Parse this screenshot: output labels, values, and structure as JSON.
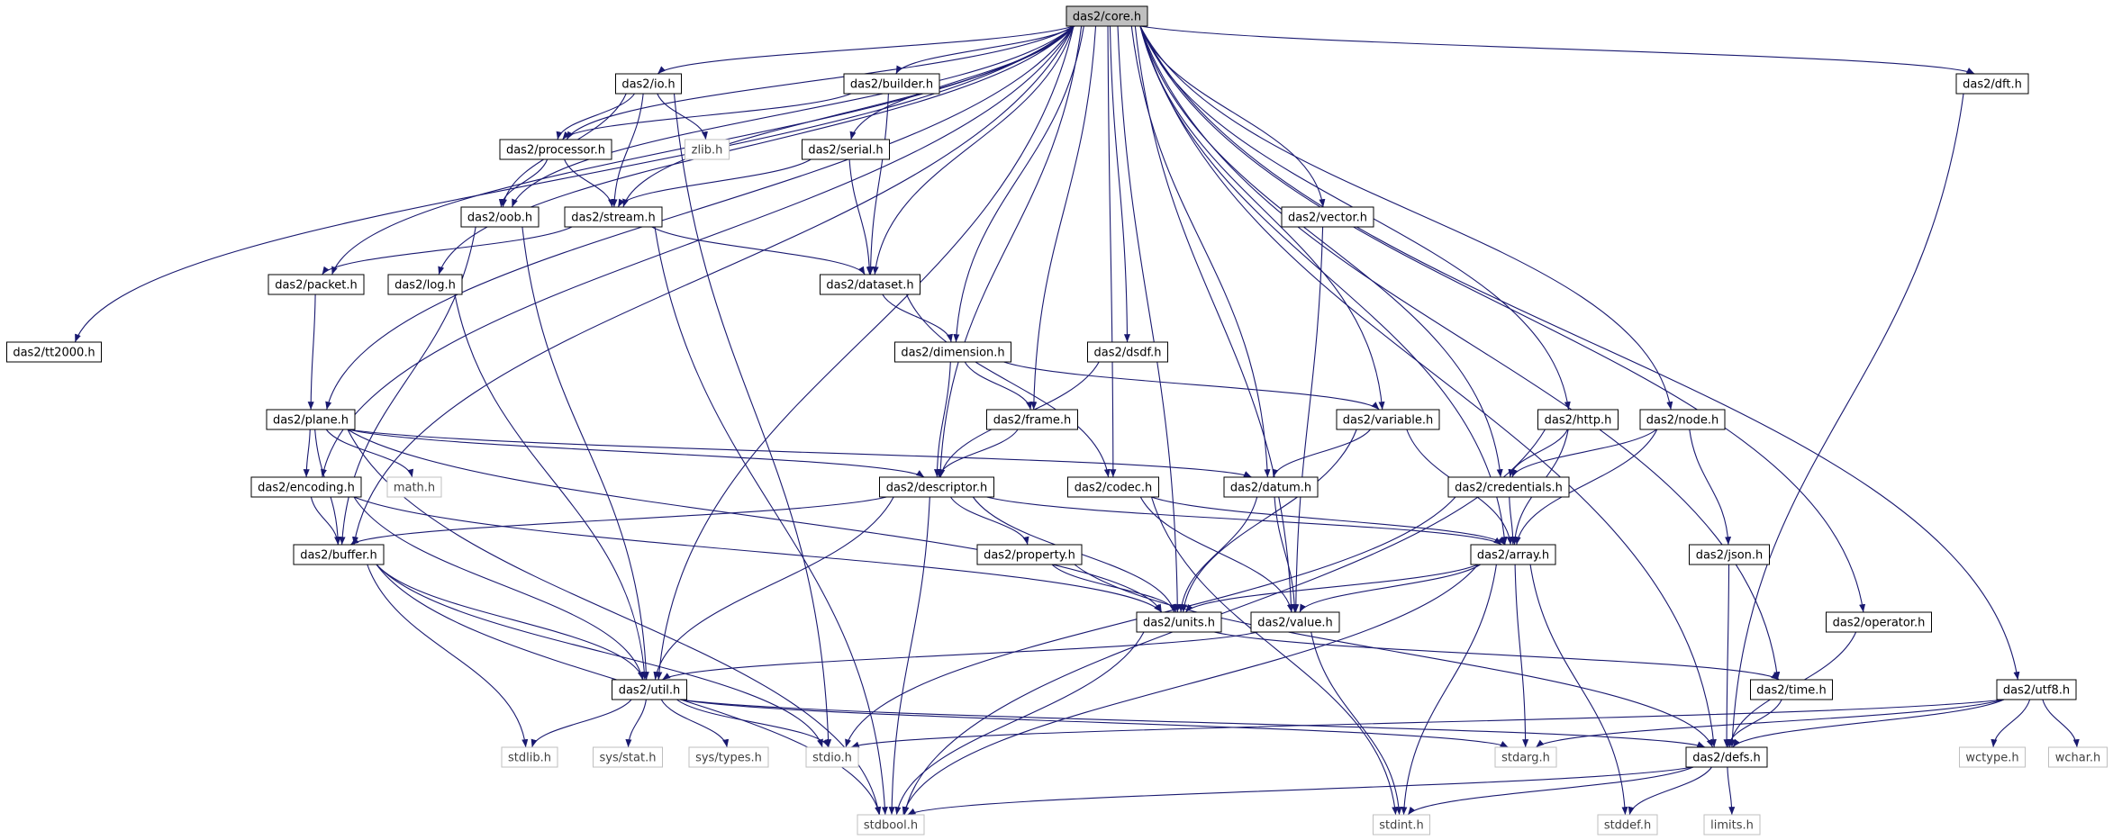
{
  "diagram": {
    "nodes": [
      {
        "id": "core",
        "label": "das2/core.h",
        "kind": "root"
      },
      {
        "id": "io",
        "label": "das2/io.h",
        "kind": "project"
      },
      {
        "id": "builder",
        "label": "das2/builder.h",
        "kind": "project"
      },
      {
        "id": "dft",
        "label": "das2/dft.h",
        "kind": "project"
      },
      {
        "id": "zlib",
        "label": "zlib.h",
        "kind": "system"
      },
      {
        "id": "processor",
        "label": "das2/processor.h",
        "kind": "project"
      },
      {
        "id": "serial",
        "label": "das2/serial.h",
        "kind": "project"
      },
      {
        "id": "oob",
        "label": "das2/oob.h",
        "kind": "project"
      },
      {
        "id": "stream",
        "label": "das2/stream.h",
        "kind": "project"
      },
      {
        "id": "vector",
        "label": "das2/vector.h",
        "kind": "project"
      },
      {
        "id": "packet",
        "label": "das2/packet.h",
        "kind": "project"
      },
      {
        "id": "log",
        "label": "das2/log.h",
        "kind": "project"
      },
      {
        "id": "dataset",
        "label": "das2/dataset.h",
        "kind": "project"
      },
      {
        "id": "tt2000",
        "label": "das2/tt2000.h",
        "kind": "project"
      },
      {
        "id": "dimension",
        "label": "das2/dimension.h",
        "kind": "project"
      },
      {
        "id": "dsdf",
        "label": "das2/dsdf.h",
        "kind": "project"
      },
      {
        "id": "plane",
        "label": "das2/plane.h",
        "kind": "project"
      },
      {
        "id": "frame",
        "label": "das2/frame.h",
        "kind": "project"
      },
      {
        "id": "variable",
        "label": "das2/variable.h",
        "kind": "project"
      },
      {
        "id": "http",
        "label": "das2/http.h",
        "kind": "project"
      },
      {
        "id": "node",
        "label": "das2/node.h",
        "kind": "project"
      },
      {
        "id": "encoding",
        "label": "das2/encoding.h",
        "kind": "project"
      },
      {
        "id": "math",
        "label": "math.h",
        "kind": "system"
      },
      {
        "id": "descriptor",
        "label": "das2/descriptor.h",
        "kind": "project"
      },
      {
        "id": "codec",
        "label": "das2/codec.h",
        "kind": "project"
      },
      {
        "id": "datum",
        "label": "das2/datum.h",
        "kind": "project"
      },
      {
        "id": "credentials",
        "label": "das2/credentials.h",
        "kind": "project"
      },
      {
        "id": "buffer",
        "label": "das2/buffer.h",
        "kind": "project"
      },
      {
        "id": "property",
        "label": "das2/property.h",
        "kind": "project"
      },
      {
        "id": "array",
        "label": "das2/array.h",
        "kind": "project"
      },
      {
        "id": "json",
        "label": "das2/json.h",
        "kind": "project"
      },
      {
        "id": "units",
        "label": "das2/units.h",
        "kind": "project"
      },
      {
        "id": "value",
        "label": "das2/value.h",
        "kind": "project"
      },
      {
        "id": "operator",
        "label": "das2/operator.h",
        "kind": "project"
      },
      {
        "id": "util",
        "label": "das2/util.h",
        "kind": "project"
      },
      {
        "id": "time",
        "label": "das2/time.h",
        "kind": "project"
      },
      {
        "id": "utf8",
        "label": "das2/utf8.h",
        "kind": "project"
      },
      {
        "id": "stdlib",
        "label": "stdlib.h",
        "kind": "system"
      },
      {
        "id": "sysstat",
        "label": "sys/stat.h",
        "kind": "system"
      },
      {
        "id": "systypes",
        "label": "sys/types.h",
        "kind": "system"
      },
      {
        "id": "stdio",
        "label": "stdio.h",
        "kind": "system"
      },
      {
        "id": "stdarg",
        "label": "stdarg.h",
        "kind": "system"
      },
      {
        "id": "defs",
        "label": "das2/defs.h",
        "kind": "project"
      },
      {
        "id": "wctype",
        "label": "wctype.h",
        "kind": "system"
      },
      {
        "id": "wchar",
        "label": "wchar.h",
        "kind": "system"
      },
      {
        "id": "stdbool",
        "label": "stdbool.h",
        "kind": "system"
      },
      {
        "id": "stdint",
        "label": "stdint.h",
        "kind": "system"
      },
      {
        "id": "stddef",
        "label": "stddef.h",
        "kind": "system"
      },
      {
        "id": "limits",
        "label": "limits.h",
        "kind": "system"
      }
    ],
    "edges": [
      [
        "core",
        "io"
      ],
      [
        "core",
        "builder"
      ],
      [
        "core",
        "dft"
      ],
      [
        "core",
        "processor"
      ],
      [
        "core",
        "serial"
      ],
      [
        "core",
        "oob"
      ],
      [
        "core",
        "stream"
      ],
      [
        "core",
        "vector"
      ],
      [
        "core",
        "packet"
      ],
      [
        "core",
        "log"
      ],
      [
        "core",
        "dataset"
      ],
      [
        "core",
        "tt2000"
      ],
      [
        "core",
        "dimension"
      ],
      [
        "core",
        "dsdf"
      ],
      [
        "core",
        "plane"
      ],
      [
        "core",
        "frame"
      ],
      [
        "core",
        "variable"
      ],
      [
        "core",
        "http"
      ],
      [
        "core",
        "node"
      ],
      [
        "core",
        "encoding"
      ],
      [
        "core",
        "descriptor"
      ],
      [
        "core",
        "codec"
      ],
      [
        "core",
        "datum"
      ],
      [
        "core",
        "credentials"
      ],
      [
        "core",
        "buffer"
      ],
      [
        "core",
        "array"
      ],
      [
        "core",
        "units"
      ],
      [
        "core",
        "value"
      ],
      [
        "core",
        "operator"
      ],
      [
        "core",
        "util"
      ],
      [
        "core",
        "time"
      ],
      [
        "core",
        "utf8"
      ],
      [
        "core",
        "defs"
      ],
      [
        "io",
        "processor"
      ],
      [
        "io",
        "stream"
      ],
      [
        "io",
        "oob"
      ],
      [
        "io",
        "zlib"
      ],
      [
        "io",
        "stdio"
      ],
      [
        "builder",
        "processor"
      ],
      [
        "builder",
        "dataset"
      ],
      [
        "processor",
        "oob"
      ],
      [
        "processor",
        "stream"
      ],
      [
        "serial",
        "stream"
      ],
      [
        "serial",
        "dataset"
      ],
      [
        "oob",
        "buffer"
      ],
      [
        "oob",
        "util"
      ],
      [
        "stream",
        "packet"
      ],
      [
        "stream",
        "dataset"
      ],
      [
        "stream",
        "stdbool"
      ],
      [
        "packet",
        "plane"
      ],
      [
        "log",
        "util"
      ],
      [
        "dataset",
        "dimension"
      ],
      [
        "dataset",
        "codec"
      ],
      [
        "dimension",
        "frame"
      ],
      [
        "dimension",
        "variable"
      ],
      [
        "dimension",
        "descriptor"
      ],
      [
        "dsdf",
        "descriptor"
      ],
      [
        "frame",
        "descriptor"
      ],
      [
        "vector",
        "value"
      ],
      [
        "plane",
        "encoding"
      ],
      [
        "plane",
        "buffer"
      ],
      [
        "plane",
        "math"
      ],
      [
        "plane",
        "descriptor"
      ],
      [
        "plane",
        "datum"
      ],
      [
        "plane",
        "units"
      ],
      [
        "plane",
        "stdbool"
      ],
      [
        "variable",
        "datum"
      ],
      [
        "variable",
        "array"
      ],
      [
        "variable",
        "units"
      ],
      [
        "http",
        "credentials"
      ],
      [
        "http",
        "array"
      ],
      [
        "http",
        "stdbool"
      ],
      [
        "node",
        "credentials"
      ],
      [
        "node",
        "array"
      ],
      [
        "node",
        "json"
      ],
      [
        "encoding",
        "buffer"
      ],
      [
        "encoding",
        "units"
      ],
      [
        "encoding",
        "util"
      ],
      [
        "descriptor",
        "buffer"
      ],
      [
        "descriptor",
        "property"
      ],
      [
        "descriptor",
        "array"
      ],
      [
        "descriptor",
        "units"
      ],
      [
        "descriptor",
        "util"
      ],
      [
        "descriptor",
        "stdbool"
      ],
      [
        "codec",
        "array"
      ],
      [
        "codec",
        "value"
      ],
      [
        "codec",
        "stdint"
      ],
      [
        "datum",
        "units"
      ],
      [
        "datum",
        "value"
      ],
      [
        "credentials",
        "array"
      ],
      [
        "credentials",
        "stdio"
      ],
      [
        "buffer",
        "util"
      ],
      [
        "buffer",
        "stdlib"
      ],
      [
        "buffer",
        "stdio"
      ],
      [
        "buffer",
        "stdbool"
      ],
      [
        "property",
        "units"
      ],
      [
        "property",
        "defs"
      ],
      [
        "array",
        "units"
      ],
      [
        "array",
        "value"
      ],
      [
        "array",
        "stdarg"
      ],
      [
        "array",
        "stdbool"
      ],
      [
        "array",
        "stdint"
      ],
      [
        "array",
        "stddef"
      ],
      [
        "json",
        "defs"
      ],
      [
        "units",
        "time"
      ],
      [
        "units",
        "stdbool"
      ],
      [
        "value",
        "util"
      ],
      [
        "value",
        "stdint"
      ],
      [
        "operator",
        "defs"
      ],
      [
        "dft",
        "defs"
      ],
      [
        "util",
        "stdlib"
      ],
      [
        "util",
        "sysstat"
      ],
      [
        "util",
        "systypes"
      ],
      [
        "util",
        "stdio"
      ],
      [
        "util",
        "stdarg"
      ],
      [
        "util",
        "defs"
      ],
      [
        "time",
        "defs"
      ],
      [
        "utf8",
        "stdarg"
      ],
      [
        "utf8",
        "stdio"
      ],
      [
        "utf8",
        "defs"
      ],
      [
        "utf8",
        "wctype"
      ],
      [
        "utf8",
        "wchar"
      ],
      [
        "defs",
        "stdbool"
      ],
      [
        "defs",
        "stdint"
      ],
      [
        "defs",
        "stddef"
      ],
      [
        "defs",
        "limits"
      ]
    ]
  },
  "colors": {
    "edge": "#191970",
    "box_border_project": "#000000",
    "box_border_system": "#bfbfbf",
    "root_fill": "#bfbfbf",
    "box_fill": "#ffffff",
    "text_project": "#000000",
    "text_system": "#404040"
  }
}
